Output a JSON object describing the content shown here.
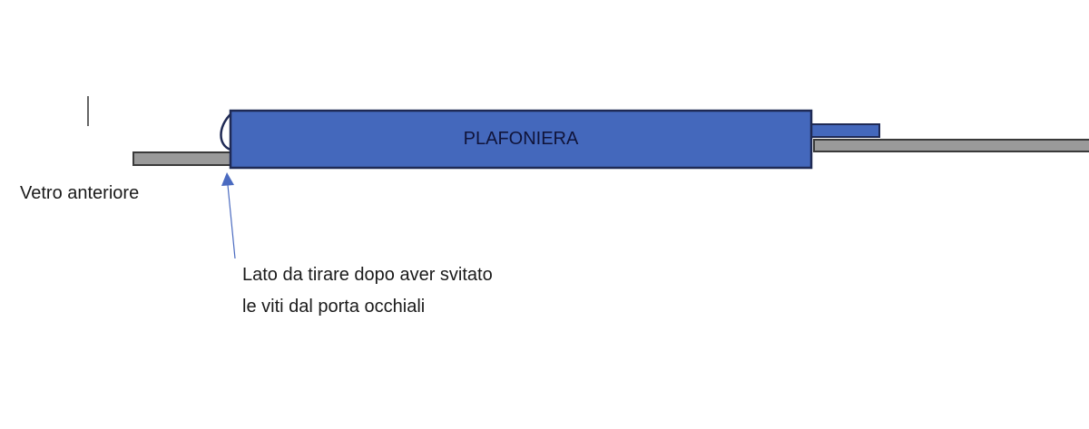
{
  "diagram": {
    "main_label": "PLAFONIERA",
    "glass_label": "Vetro anteriore",
    "note_label": "Lato da tirare dopo aver svitato le viti dal porta occhiali"
  },
  "colors": {
    "plafoniera_fill": "#4468BC",
    "plafoniera_stroke": "#1F2A55",
    "bar_fill": "#9A9A9A",
    "bar_stroke": "#3A3A3A",
    "arrow": "#4A6AC0",
    "clip": "#1F2A55",
    "text": "#1a1a1a"
  }
}
